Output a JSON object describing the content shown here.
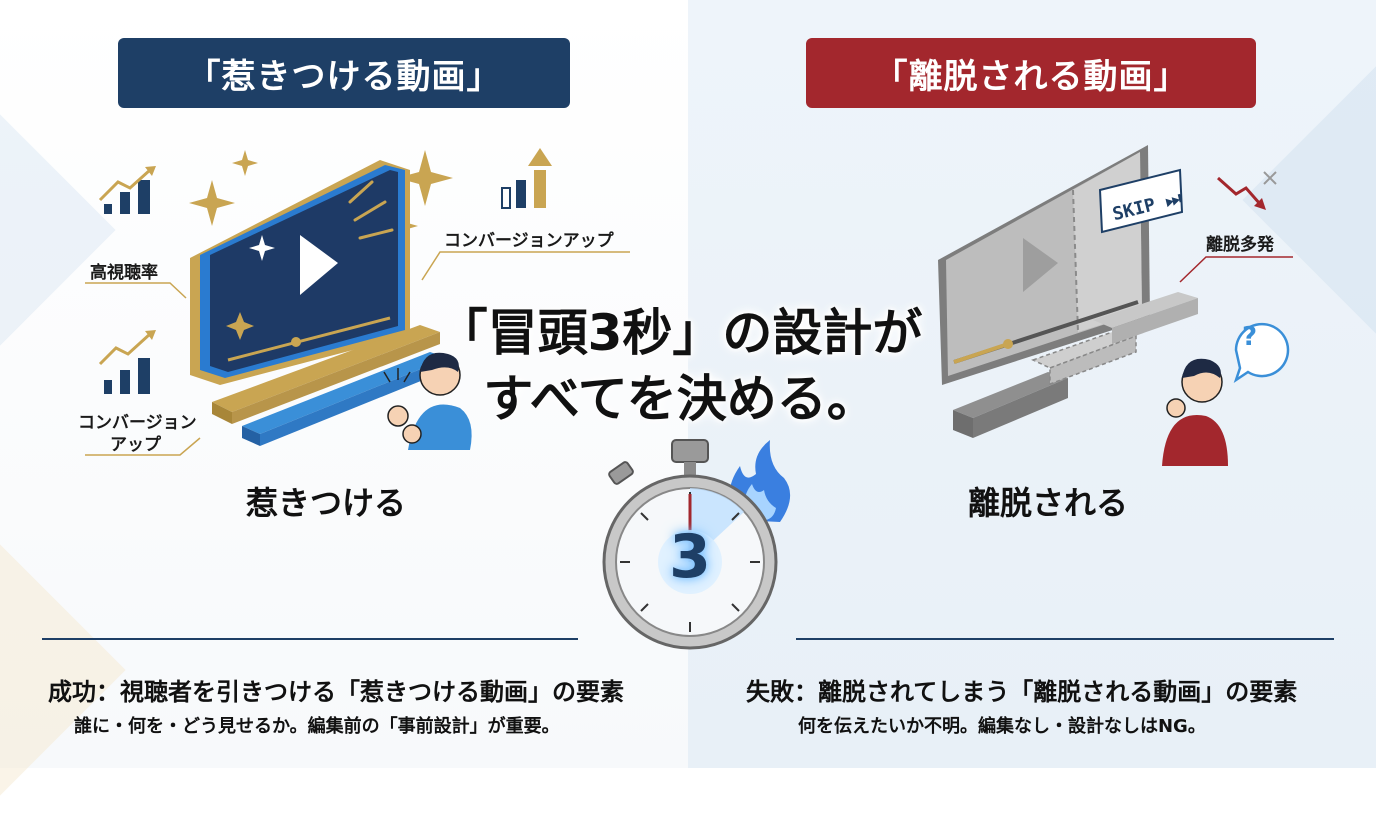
{
  "left": {
    "badge": "「惹きつける動画」",
    "label_high_view": "高視聴率",
    "label_conversion_top": "コンバージョンアップ",
    "label_conversion_left_line1": "コンバージョン",
    "label_conversion_left_line2": "アップ",
    "caption": "惹きつける",
    "summary_title": "成功：視聴者を引きつける「惹きつける動画」の要素",
    "summary_text": "誰に・何を・どう見せるか。編集前の「事前設計」が重要。"
  },
  "right": {
    "badge": "「離脱される動画」",
    "skip_label": "SKIP ⏭",
    "label_dropout": "離脱多発",
    "question_mark": "?",
    "caption": "離脱される",
    "summary_title": "失敗：離脱されてしまう「離脱される動画」の要素",
    "summary_text": "何を伝えたいか不明。編集なし・設計なしはNG。"
  },
  "center": {
    "headline_line1": "「冒頭3秒」の設計が",
    "headline_line2": "すべてを決める。",
    "timer_number": "3"
  },
  "colors": {
    "navy": "#1e3f66",
    "red": "#a3272d",
    "gold": "#c9a552",
    "blue_accent": "#3a8fd8"
  }
}
